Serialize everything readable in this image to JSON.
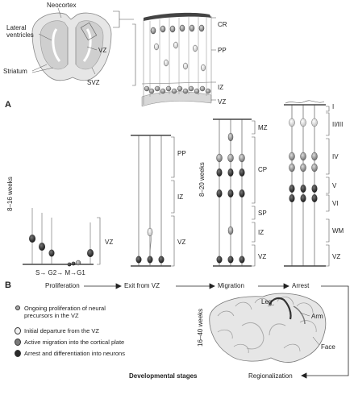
{
  "panel_a": {
    "letter": "A",
    "brain_labels": {
      "neocortex": "Neocortex",
      "lateral_ventricles": "Lateral\nventricles",
      "vz": "VZ",
      "striatum": "Striatum",
      "svz": "SVZ"
    },
    "layer_labels": {
      "cr": "CR",
      "pp": "PP",
      "iz": "IZ",
      "vz": "VZ"
    }
  },
  "panel_b": {
    "letter": "B",
    "time_early": "8–16 weeks",
    "time_mid": "8–20 weeks",
    "time_late": "16–40 weeks",
    "cycle_label": "S→  G2→ M→G1",
    "stage1": {
      "zones": [
        "VZ"
      ]
    },
    "stage2": {
      "zones": [
        "PP",
        "IZ",
        "VZ"
      ]
    },
    "stage3": {
      "zones": [
        "MZ",
        "CP",
        "SP",
        "IZ",
        "VZ"
      ]
    },
    "stage4": {
      "zones": [
        "I",
        "II/III",
        "IV",
        "V",
        "VI",
        "WM",
        "VZ"
      ]
    },
    "stages": [
      "Proliferation",
      "Exit from VZ",
      "Migration",
      "Arrest"
    ],
    "regionalization": "Regionalization",
    "footer": "Developmental stages",
    "cortex_labels": {
      "leg": "Leg",
      "arm": "Arm",
      "face": "Face"
    }
  },
  "legend": [
    {
      "text": "Ongoing proliferation of neural\nprecursors in the VZ",
      "color": "#a9a9a9"
    },
    {
      "text": "Initial departure from the VZ",
      "color": "#f2f2f2"
    },
    {
      "text": "Active migration into the cortical plate",
      "color": "#7a7a7a"
    },
    {
      "text": "Arrest and differentiation into neurons",
      "color": "#2b2b2b"
    }
  ]
}
